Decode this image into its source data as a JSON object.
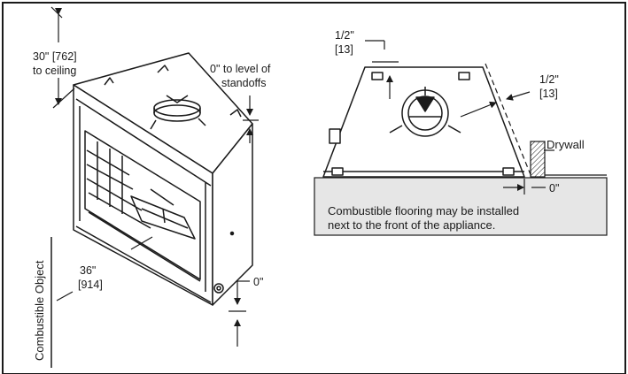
{
  "labels": {
    "ceiling_line1": "30\" [762]",
    "ceiling_line2": "to ceiling",
    "standoffs_line1": "0\" to level of",
    "standoffs_line2": "standoffs",
    "side_clearance_in": "36\"",
    "side_clearance_mm": "[914]",
    "floor_clearance": "0\"",
    "combustible_object": "Combustible Object",
    "top_clear_in": "1/2\"",
    "top_clear_mm": "[13]",
    "rear_clear_in": "1/2\"",
    "rear_clear_mm": "[13]",
    "drywall": "Drywall",
    "drywall_gap": "0\"",
    "flooring_note_line1": "Combustible flooring may be installed",
    "flooring_note_line2": "next to the front of the appliance."
  },
  "colors": {
    "line": "#1a1a1a",
    "floor_fill": "#e6e6e6",
    "drywall_fill": "#ffffff",
    "background": "#ffffff"
  }
}
